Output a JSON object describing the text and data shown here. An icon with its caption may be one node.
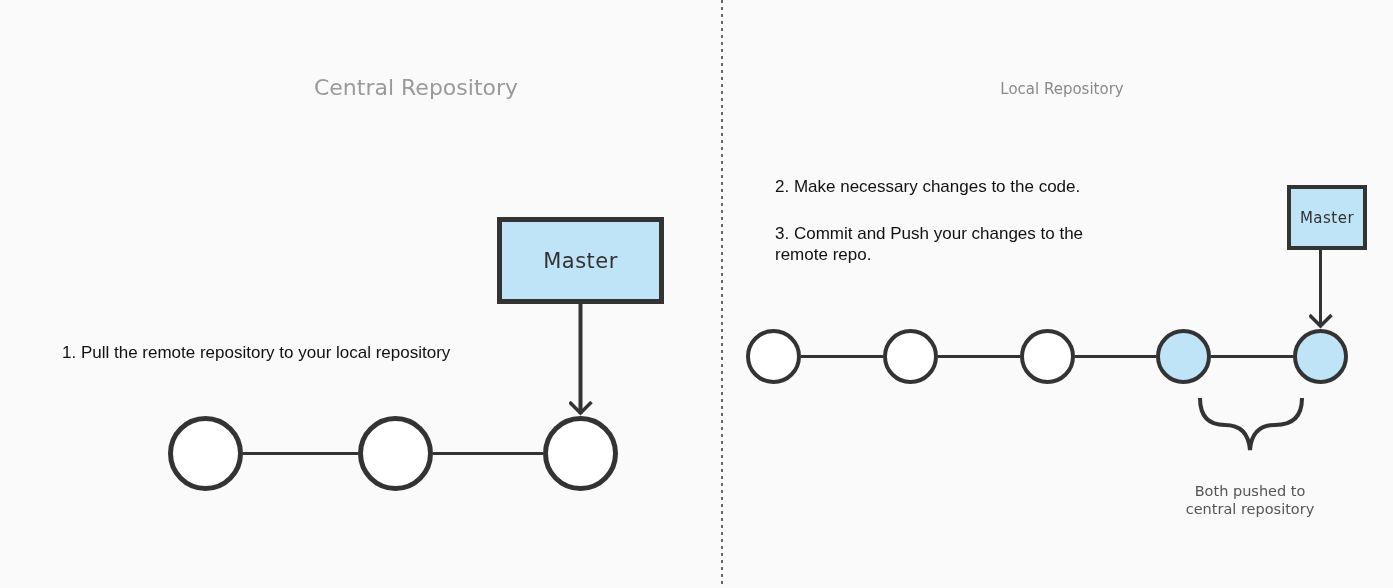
{
  "diagram": {
    "nodes": [
      {
        "text": [
          "Master"
        ]
      },
      {
        "text": [],
        "shape": "circle"
      },
      {
        "text": [],
        "shape": "circle"
      },
      {
        "text": [],
        "shape": "circle"
      },
      {
        "text": [
          "Master"
        ]
      },
      {
        "text": [],
        "shape": "circle"
      },
      {
        "text": [],
        "shape": "circle"
      },
      {
        "text": [],
        "shape": "circle"
      },
      {
        "text": [],
        "shape": "circle"
      },
      {
        "text": [],
        "shape": "circle"
      }
    ],
    "edges": [
      {
        "from": 0,
        "to": 3,
        "arrow": "to"
      },
      {
        "from": 1,
        "to": 2,
        "arrow": "none"
      },
      {
        "from": 2,
        "to": 3,
        "arrow": "none"
      },
      {
        "from": 4,
        "to": 9,
        "arrow": "to"
      },
      {
        "from": 5,
        "to": 6,
        "arrow": "none"
      },
      {
        "from": 6,
        "to": 7,
        "arrow": "none"
      },
      {
        "from": 7,
        "to": 8,
        "arrow": "none"
      },
      {
        "from": 8,
        "to": 9,
        "arrow": "none"
      }
    ],
    "labels": [
      "Central Repository",
      "Local Repository",
      "2. Make necessary changes to the code.",
      "3. Commit and Push your changes to the remote repo.",
      "1. Pull the remote repository to your local repository",
      "Both pushed to central repository"
    ]
  }
}
